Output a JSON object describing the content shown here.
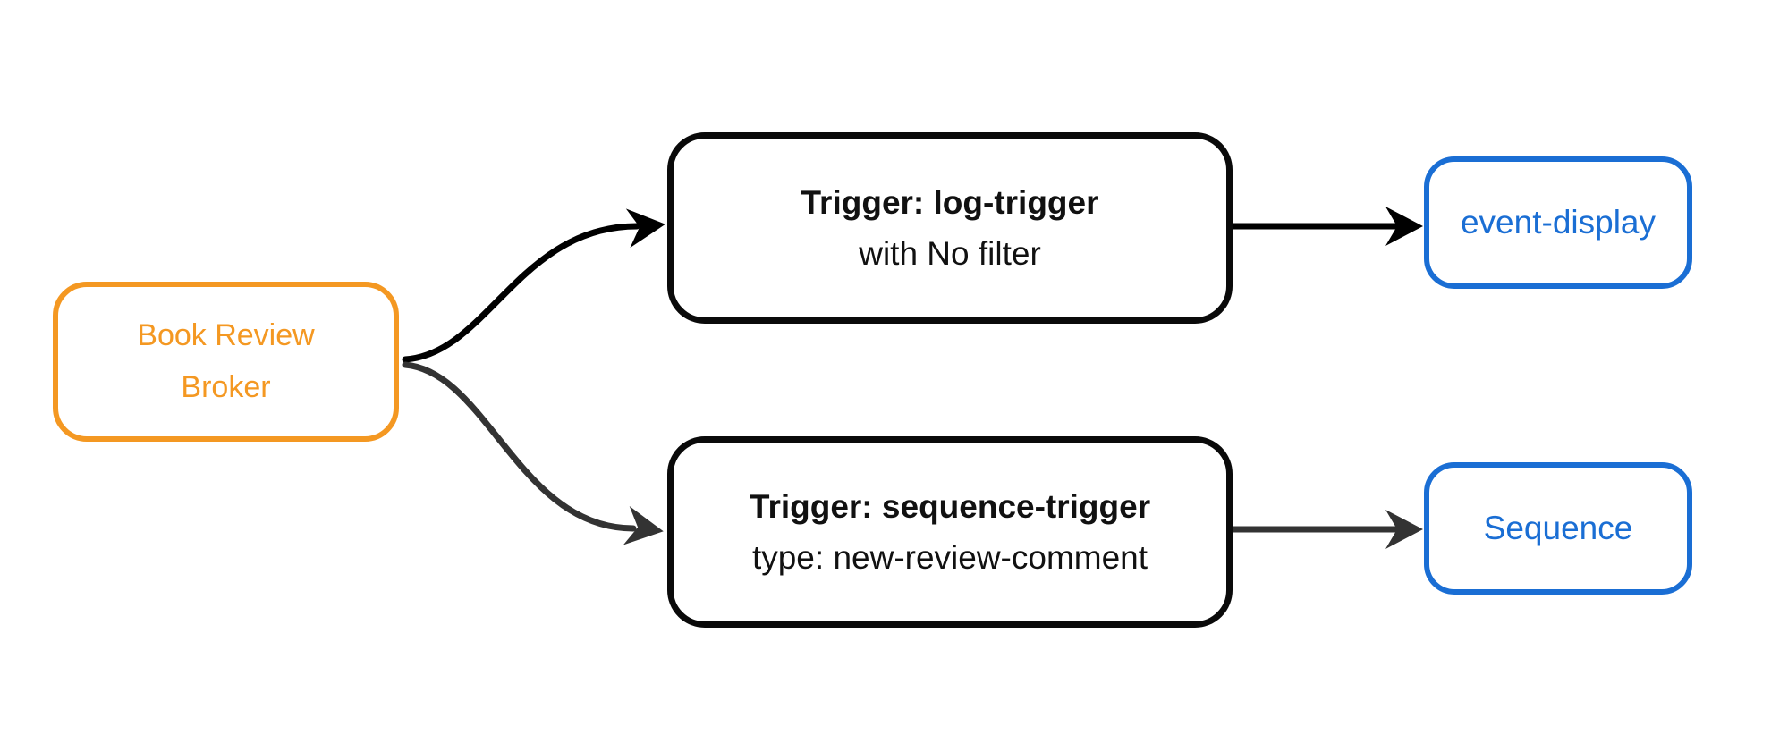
{
  "theme": {
    "background": "#ffffff",
    "orange": "#f49822",
    "blue": "#1a6ed4",
    "dark": "#0a0a0a",
    "text": "#111111",
    "edge_black": "#000000",
    "edge_gray": "#333333"
  },
  "nodes": {
    "broker": {
      "line1": "Book Review",
      "line2": "Broker"
    },
    "log_trigger": {
      "title": "Trigger: log-trigger",
      "subtitle": "with No filter"
    },
    "sequence_trigger": {
      "title": "Trigger: sequence-trigger",
      "subtitle": "type: new-review-comment"
    },
    "event_display": {
      "label": "event-display"
    },
    "sequence": {
      "label": "Sequence"
    }
  },
  "edges": [
    {
      "from": "Book Review Broker",
      "to": "Trigger: log-trigger",
      "color": "#000000"
    },
    {
      "from": "Book Review Broker",
      "to": "Trigger: sequence-trigger",
      "color": "#333333"
    },
    {
      "from": "Trigger: log-trigger",
      "to": "event-display",
      "color": "#000000"
    },
    {
      "from": "Trigger: sequence-trigger",
      "to": "Sequence",
      "color": "#333333"
    }
  ]
}
